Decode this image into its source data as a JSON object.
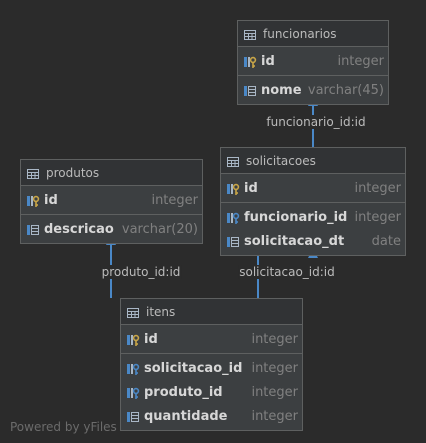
{
  "tables": {
    "funcionarios": {
      "name": "funcionarios",
      "pk": [
        {
          "name": "id",
          "type": "integer"
        }
      ],
      "cols": [
        {
          "name": "nome",
          "type": "varchar(45)"
        }
      ]
    },
    "solicitacoes": {
      "name": "solicitacoes",
      "pk": [
        {
          "name": "id",
          "type": "integer"
        }
      ],
      "cols": [
        {
          "name": "funcionario_id",
          "type": "integer"
        },
        {
          "name": "solicitacao_dt",
          "type": "date"
        }
      ]
    },
    "produtos": {
      "name": "produtos",
      "pk": [
        {
          "name": "id",
          "type": "integer"
        }
      ],
      "cols": [
        {
          "name": "descricao",
          "type": "varchar(20)"
        }
      ]
    },
    "itens": {
      "name": "itens",
      "pk": [
        {
          "name": "id",
          "type": "integer"
        }
      ],
      "cols": [
        {
          "name": "solicitacao_id",
          "type": "integer"
        },
        {
          "name": "produto_id",
          "type": "integer"
        },
        {
          "name": "quantidade",
          "type": "integer"
        }
      ]
    }
  },
  "relations": [
    {
      "label": "funcionario_id:id"
    },
    {
      "label": "produto_id:id"
    },
    {
      "label": "solicitacao_id:id"
    }
  ],
  "footer": "Powered by yFiles",
  "colors": {
    "edge": "#4a88c7",
    "key_gold": "#c9a648",
    "fk_blue": "#4a88c7"
  }
}
